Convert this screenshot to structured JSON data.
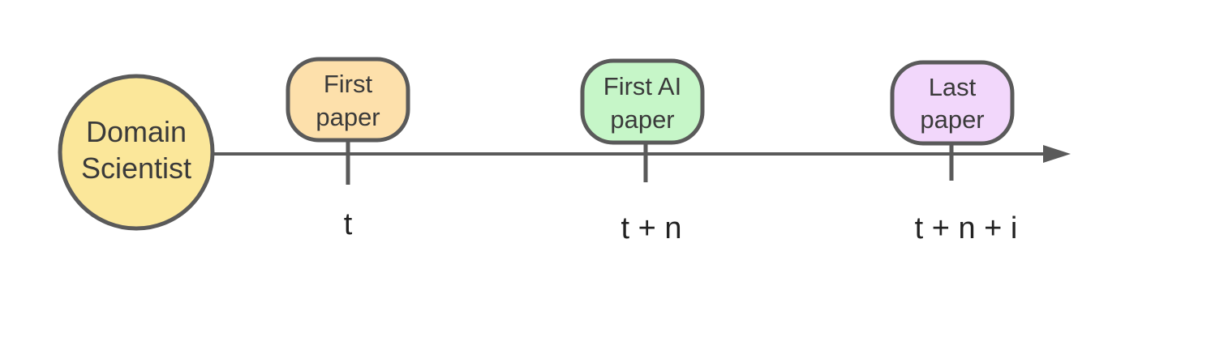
{
  "colors": {
    "line": "#5a5a5a",
    "scientist_fill": "#fbe79a",
    "first_paper_fill": "#fde0ab",
    "first_ai_paper_fill": "#c6f6c8",
    "last_paper_fill": "#f2d7fb"
  },
  "scientist": {
    "line1": "Domain",
    "line2": "Scientist"
  },
  "events": [
    {
      "line1": "First",
      "line2": "paper",
      "time": "t"
    },
    {
      "line1": "First AI",
      "line2": "paper",
      "time": "t + n"
    },
    {
      "line1": "Last",
      "line2": "paper",
      "time": "t + n + i"
    }
  ]
}
